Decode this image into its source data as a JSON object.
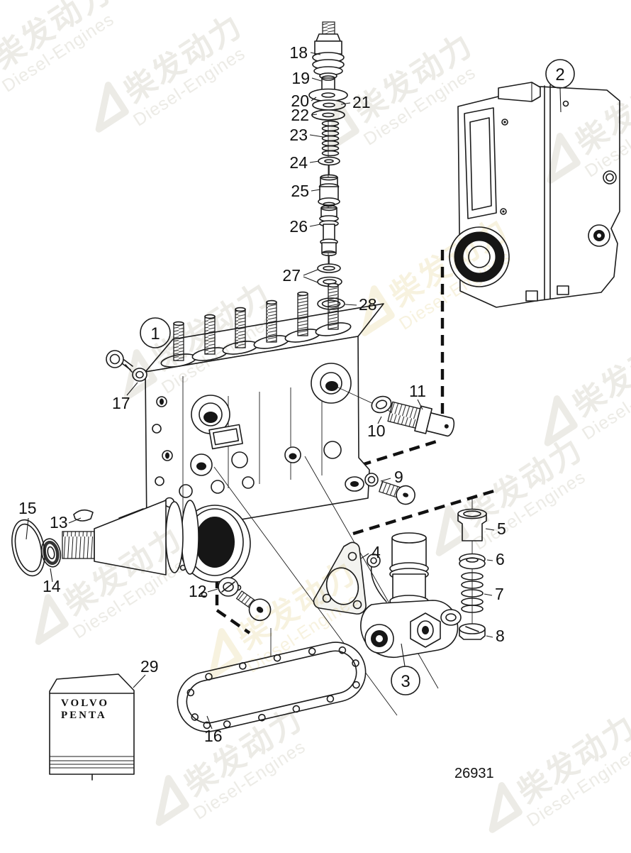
{
  "watermark": {
    "cn": "柴发动力",
    "en": "Diesel-Engines"
  },
  "decal": {
    "line1": "VOLVO",
    "line2": "PENTA"
  },
  "drawing_number": "26931",
  "callouts": {
    "c1": "1",
    "c2": "2",
    "c3": "3",
    "c4": "4",
    "c5": "5",
    "c6": "6",
    "c7": "7",
    "c8": "8",
    "c9": "9",
    "c10": "10",
    "c11": "11",
    "c12": "12",
    "c13": "13",
    "c14": "14",
    "c15": "15",
    "c16": "16",
    "c17": "17",
    "c18": "18",
    "c19": "19",
    "c20": "20",
    "c21": "21",
    "c22": "22",
    "c23": "23",
    "c24": "24",
    "c25": "25",
    "c26": "26",
    "c27": "27",
    "c28": "28",
    "c29": "29"
  }
}
